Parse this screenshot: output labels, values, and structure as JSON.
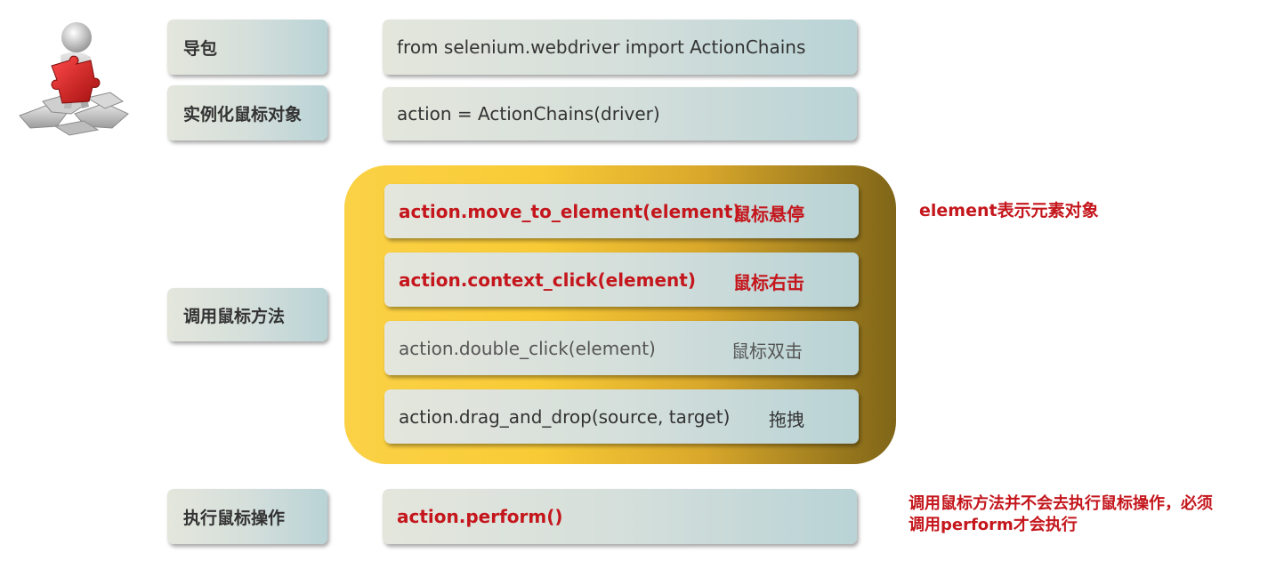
{
  "rows": {
    "import": {
      "label": "导包",
      "code": "from selenium.webdriver import ActionChains"
    },
    "instantiate": {
      "label": "实例化鼠标对象",
      "code": "action = ActionChains(driver)"
    },
    "methods": {
      "label": "调用鼠标方法",
      "items": [
        {
          "code": "action.move_to_element(element)",
          "desc": "鼠标悬停"
        },
        {
          "code": "action.context_click(element)",
          "desc": "鼠标右击"
        },
        {
          "code": "action.double_click(element)",
          "desc": "鼠标双击"
        },
        {
          "code": "action.drag_and_drop(source, target)",
          "desc": "拖拽"
        }
      ]
    },
    "perform": {
      "label": "执行鼠标操作",
      "code": "action.perform()"
    }
  },
  "notes": {
    "element": "element表示元素对象",
    "perform_line1": "调用鼠标方法并不会去执行鼠标操作，必须",
    "perform_line2": "调用perform才会执行"
  },
  "colors": {
    "highlight_red": "#c4161c",
    "panel_yellow": "#f8cb36",
    "box_teal": "#b9d3d6"
  },
  "icons": {
    "figure": "person-with-puzzle-piece-icon"
  }
}
